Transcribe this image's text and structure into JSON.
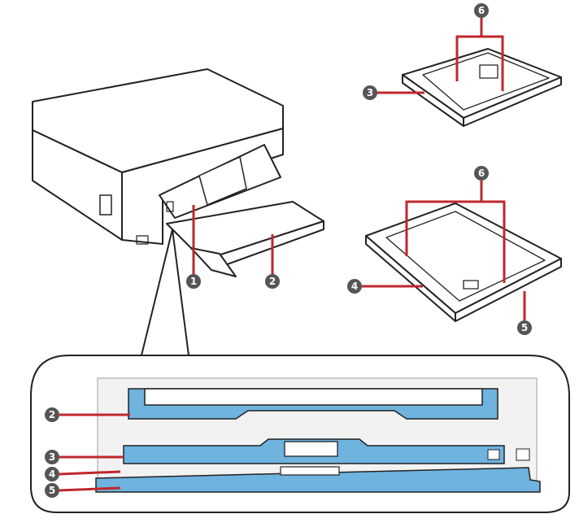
{
  "callouts": {
    "n1": "1",
    "n2": "2",
    "n3": "3",
    "n4": "4",
    "n5": "5",
    "n6": "6"
  },
  "colors": {
    "outline": "#222222",
    "leader": "#c0272d",
    "tray_highlight": "#6fb3df",
    "badge": "#555555",
    "paper_gray": "#f2f2f2"
  },
  "icons": {
    "printer": "printer-illustration",
    "small_tray": "photo-paper-cassette",
    "large_tray": "main-paper-cassette",
    "zoom": "front-slot-detail"
  }
}
